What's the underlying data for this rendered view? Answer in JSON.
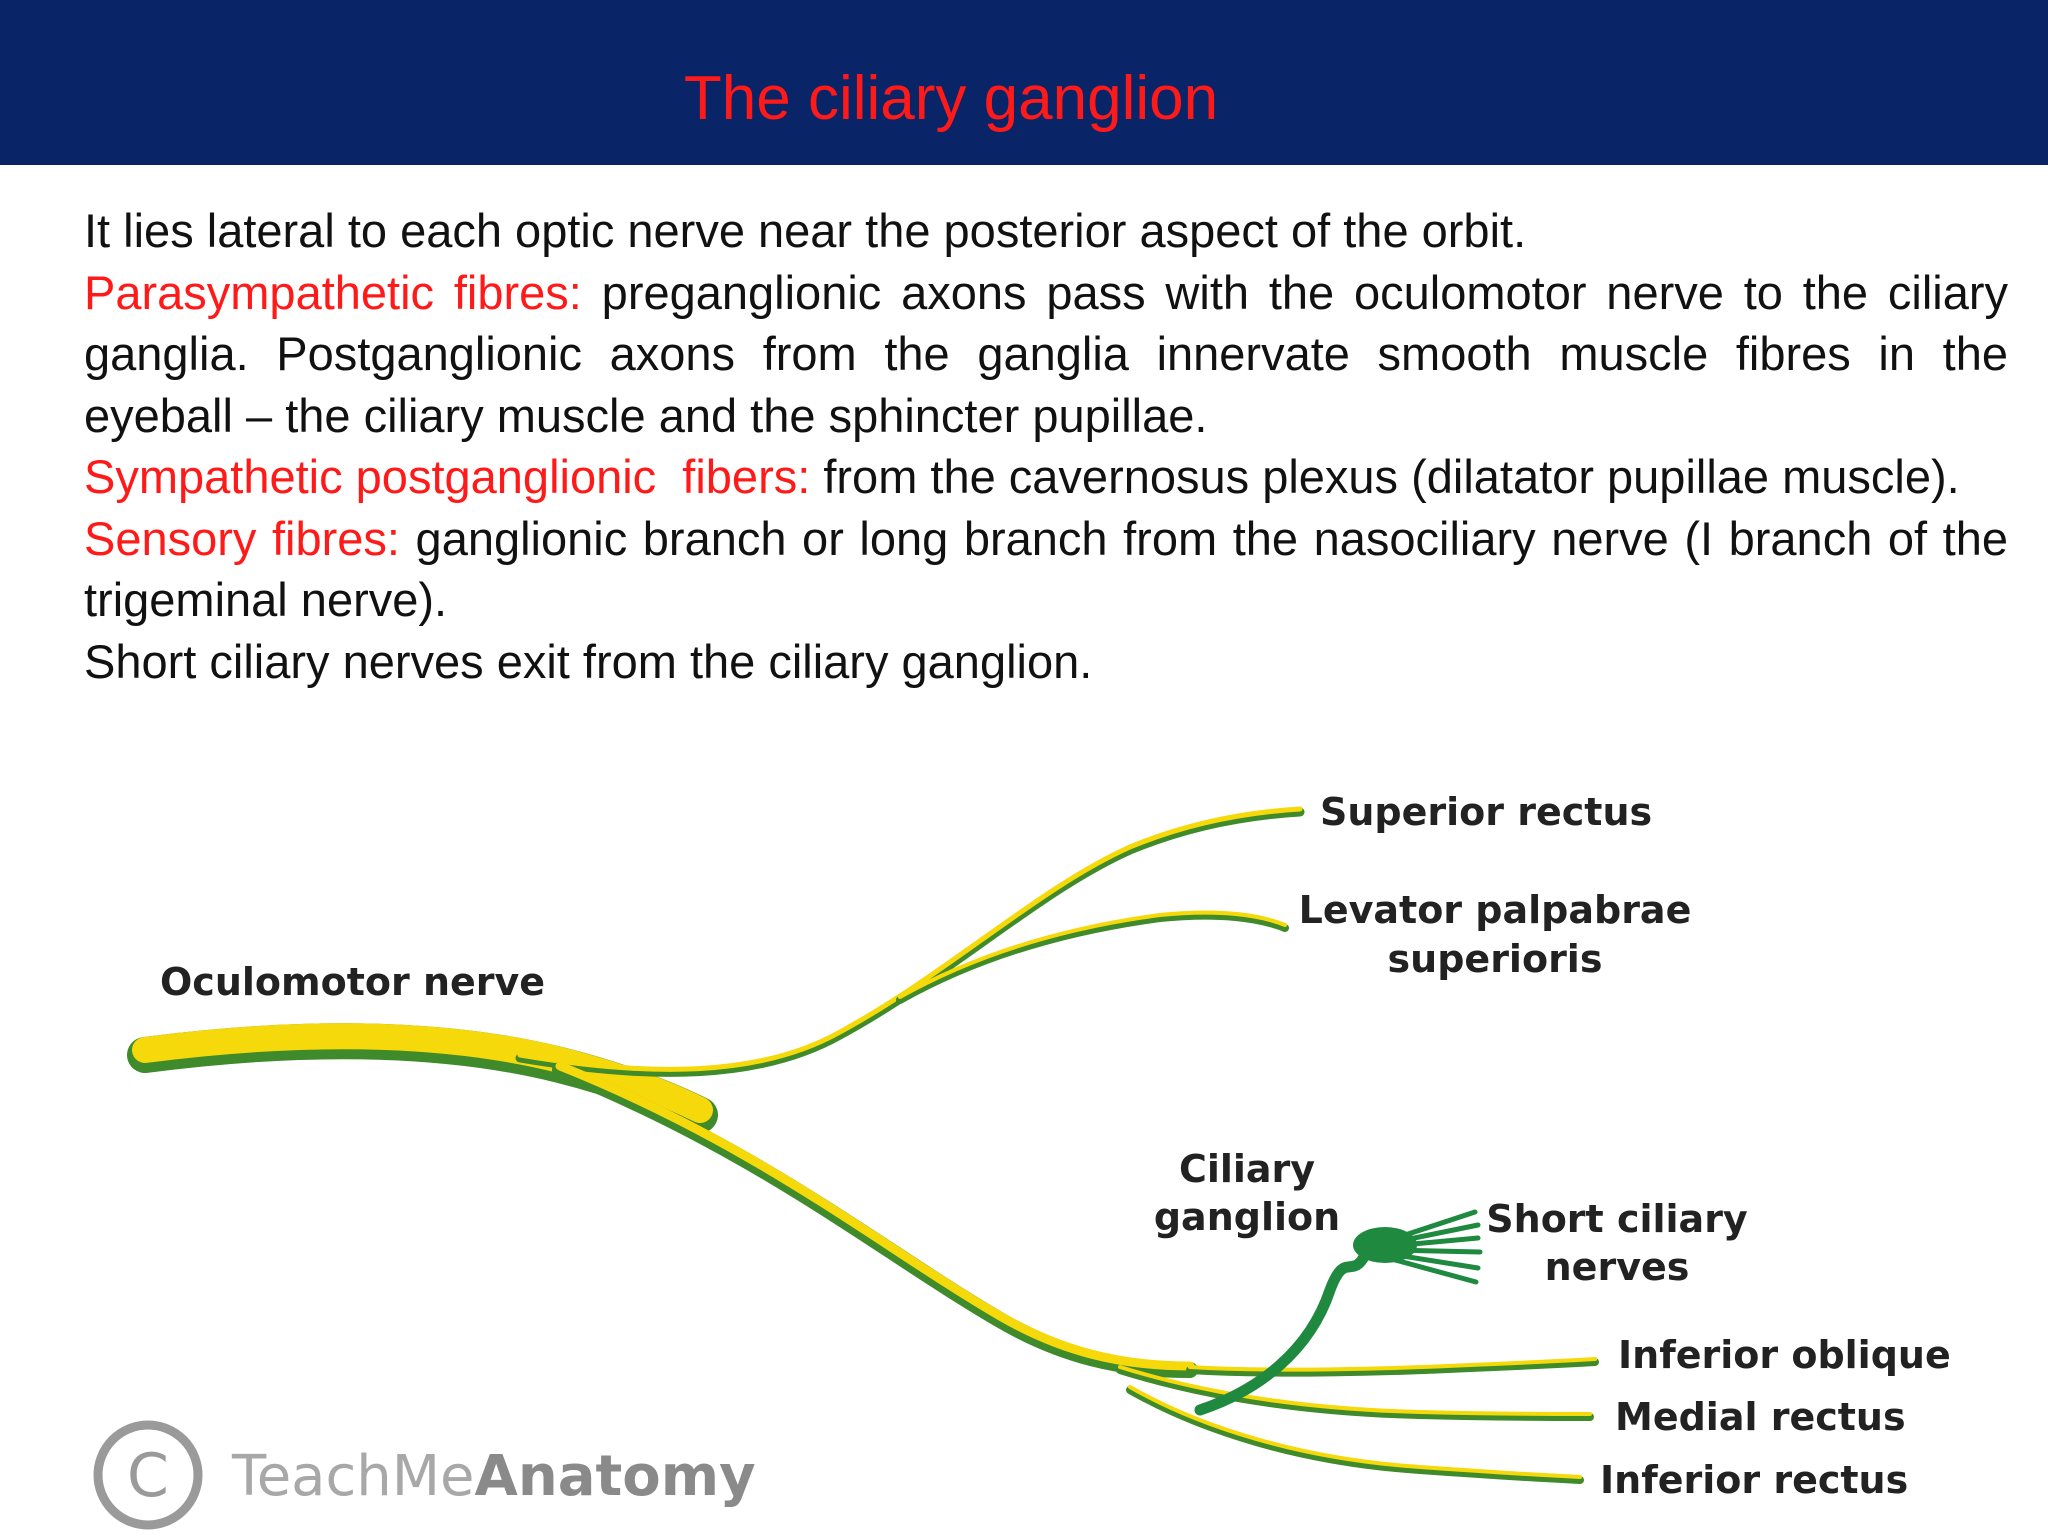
{
  "title": "The ciliary ganglion",
  "paragraphs": {
    "p1": {
      "text": "It lies lateral to each optic nerve near the posterior aspect of the orbit."
    },
    "p2": {
      "label": "Parasympathetic fibres:",
      "text": " preganglionic axons pass with the oculomotor nerve to the ciliary ganglia. Postganglionic axons from the ganglia innervate smooth muscle fibres in the eyeball – the ciliary muscle and the sphincter pupillae."
    },
    "p3": {
      "label": "Sympathetic postganglionic  fibers:",
      "text": " from the cavernosus plexus (dilatator pupillae muscle)."
    },
    "p4": {
      "label": "Sensory fibres:",
      "text": " ganglionic branch or long branch from the nasociliary nerve (I branch of the trigeminal nerve)."
    },
    "p5": {
      "text": "Short ciliary nerves exit from the ciliary ganglion."
    }
  },
  "diagram": {
    "labels": {
      "oculomotor": "Oculomotor nerve",
      "superior_rectus": "Superior rectus",
      "levator_1": "Levator palpabrae",
      "levator_2": "superioris",
      "ciliary_1": "Ciliary",
      "ciliary_2": "ganglion",
      "short_1": "Short ciliary",
      "short_2": "nerves",
      "inferior_oblique": "Inferior oblique",
      "medial_rectus": "Medial rectus",
      "inferior_rectus": "Inferior rectus"
    },
    "watermark": {
      "symbol": "C",
      "text_light": "TeachMe",
      "text_bold": "Anatomy"
    },
    "colors": {
      "nerve_yellow": "#f5d90a",
      "nerve_green": "#3f8a2a",
      "ganglion_green": "#1f8a3f"
    }
  },
  "colors": {
    "header_bg": "#0a2468",
    "accent_red": "#ff1a1a"
  }
}
